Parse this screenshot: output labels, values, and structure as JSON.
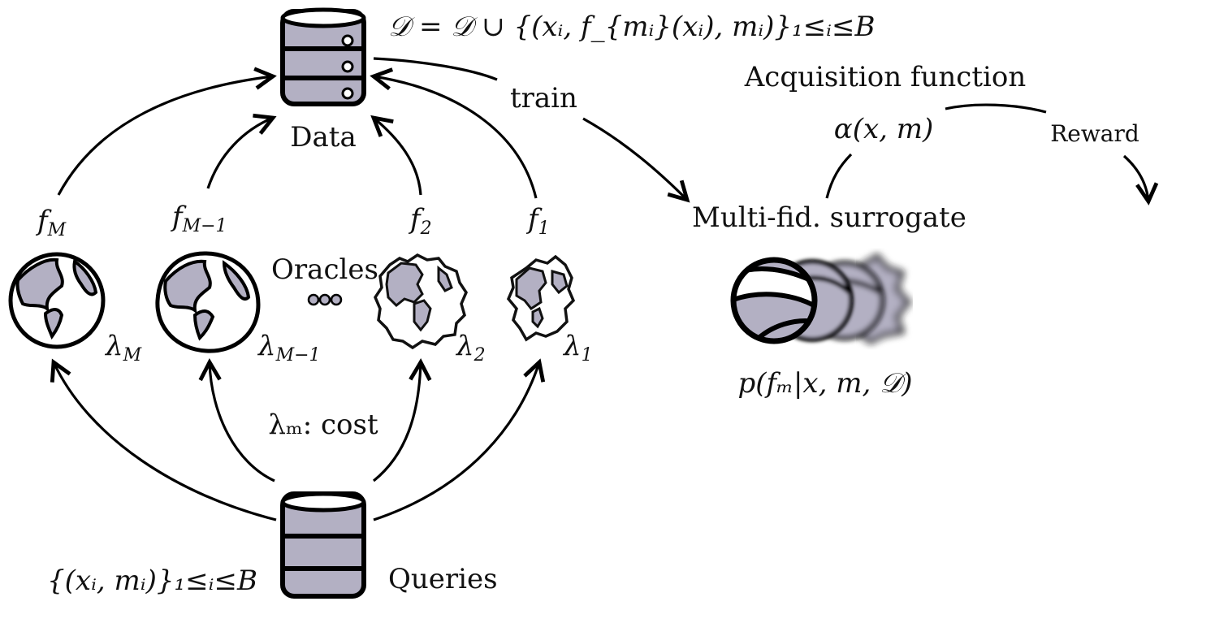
{
  "nodes": {
    "data_db_label": "Data",
    "data_update_eq": "𝒟 = 𝒟 ∪ {(xᵢ, f_{mᵢ}(xᵢ), mᵢ)}₁≤ᵢ≤B",
    "queries_label": "Queries",
    "queries_set": "{(xᵢ, mᵢ)}₁≤ᵢ≤B",
    "oracles_label": "Oracles",
    "cost_label": "λₘ: cost",
    "surrogate_label": "Multi-fid. surrogate",
    "posterior_label": "p(fₘ|x, m, 𝒟)",
    "acquisition_label": "Acquisition function",
    "acquisition_fn": "α(x, m)",
    "reward_label": "Reward",
    "train_label": "train"
  },
  "oracles": [
    {
      "f_label": "f",
      "f_sub": "M",
      "lambda_label": "λ",
      "lambda_sub": "M"
    },
    {
      "f_label": "f",
      "f_sub": "M−1",
      "lambda_label": "λ",
      "lambda_sub": "M−1"
    },
    {
      "f_label": "f",
      "f_sub": "2",
      "lambda_label": "λ",
      "lambda_sub": "2"
    },
    {
      "f_label": "f",
      "f_sub": "1",
      "lambda_label": "λ",
      "lambda_sub": "1"
    }
  ],
  "colors": {
    "fill": "#b3b0c3",
    "stroke": "#000000",
    "background": "#ffffff"
  },
  "icons": [
    "database-icon",
    "globe-icon",
    "ellipsis-dots-icon",
    "blurred-globe-icon"
  ]
}
